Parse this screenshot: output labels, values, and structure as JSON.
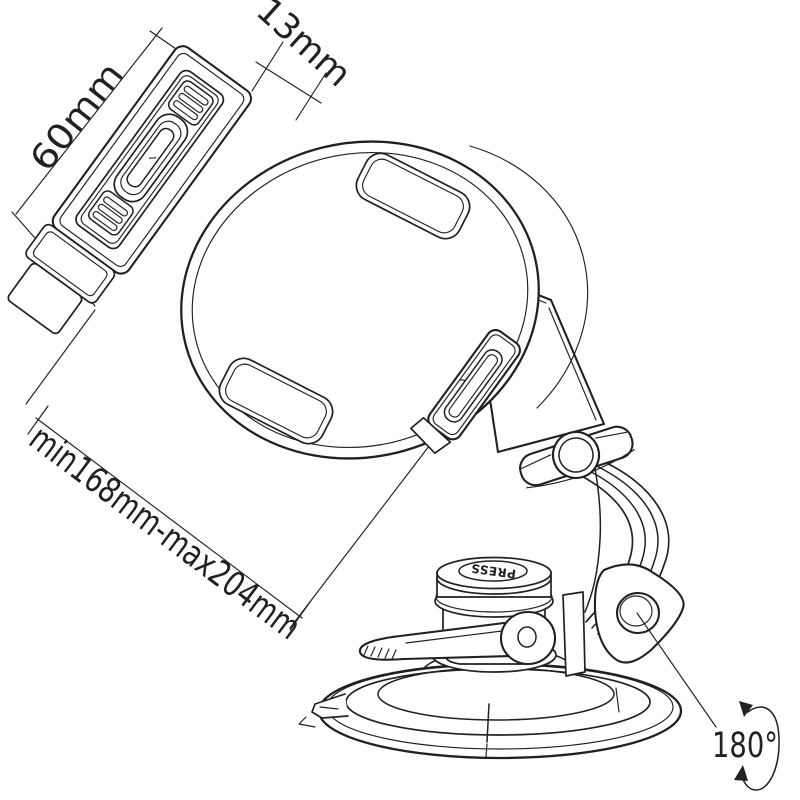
{
  "diagram": {
    "kind": "technical line drawing",
    "subject": "suction-cup phone holder mount",
    "background": "#ffffff",
    "line_color": "#212121",
    "annotations": {
      "dim_arm_width": "60mm",
      "dim_arm_depth": "13mm",
      "dim_clamp_range": "min168mm-max204mm",
      "rotation_label": "180°",
      "press_label": "PRESS"
    }
  }
}
